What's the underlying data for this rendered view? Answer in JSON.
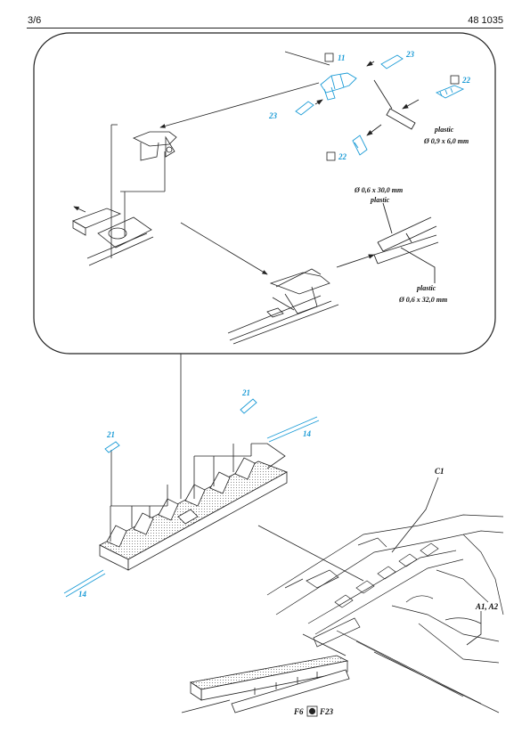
{
  "header": {
    "page": "3/6",
    "set_number": "48 1035"
  },
  "colors": {
    "etch_part": "#1b9bd6",
    "line": "#222222"
  },
  "detail_box": {
    "parts": {
      "p11": "11",
      "p22a": "22",
      "p22b": "22",
      "p23a": "23",
      "p23b": "23"
    },
    "notes": {
      "rod1_a": "plastic",
      "rod1_b": "Ø 0,9 x 6,0 mm",
      "rod2_a": "Ø 0,6 x 30,0 mm",
      "rod2_b": "plastic",
      "rod3_a": "plastic",
      "rod3_b": "Ø 0,6 x 32,0 mm"
    }
  },
  "main": {
    "parts": {
      "p21a": "21",
      "p21b": "21",
      "p14a": "14",
      "p14b": "14"
    },
    "kit_parts": {
      "c1": "C1",
      "a1a2": "A1, A2",
      "f6": "F6",
      "f23": "F23"
    }
  }
}
